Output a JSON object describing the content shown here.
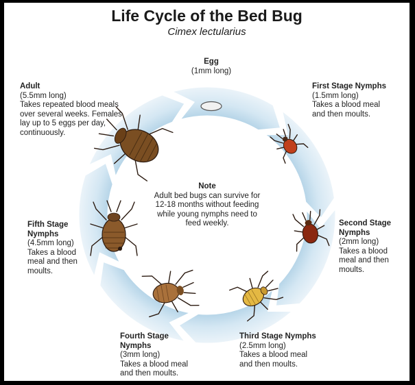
{
  "title": "Life Cycle of the Bed Bug",
  "subtitle": "Cimex lectularius",
  "note": {
    "heading": "Note",
    "text": "Adult bed bugs can survive for 12-18 months without feeding while young nymphs need to feed weekly."
  },
  "stages": [
    {
      "id": "egg",
      "title": "Egg",
      "size": "(1mm long)",
      "description": ""
    },
    {
      "id": "first",
      "title": "First Stage Nymphs",
      "size": "(1.5mm long)",
      "description": "Takes a blood meal and then moults."
    },
    {
      "id": "second",
      "title": "Second Stage Nymphs",
      "size": "(2mm long)",
      "description": "Takes a blood meal and then moults."
    },
    {
      "id": "third",
      "title": "Third Stage Nymphs",
      "size": "(2.5mm long)",
      "description": "Takes a blood meal and then moults."
    },
    {
      "id": "fourth",
      "title": "Fourth Stage Nymphs",
      "size": "(3mm long)",
      "description": "Takes a blood meal and then moults."
    },
    {
      "id": "fifth",
      "title": "Fifth Stage Nymphs",
      "size": "(4.5mm long)",
      "description": "Takes a blood meal and then moults."
    },
    {
      "id": "adult",
      "title": "Adult",
      "size": "(5.5mm long)",
      "description": "Takes repeated blood meals over several weeks. Females lay up to 5 eggs per day, continuously."
    }
  ],
  "colors": {
    "ring_light": "#e6f1f8",
    "ring_dark": "#a9cde3",
    "egg": "#f1f1f1",
    "first_body": "#c0401c",
    "second_body": "#8a2810",
    "third_body": "#e4b843",
    "fourth_body": "#a9713b",
    "fifth_body": "#8b5a2b",
    "adult_body": "#7a4e22"
  }
}
